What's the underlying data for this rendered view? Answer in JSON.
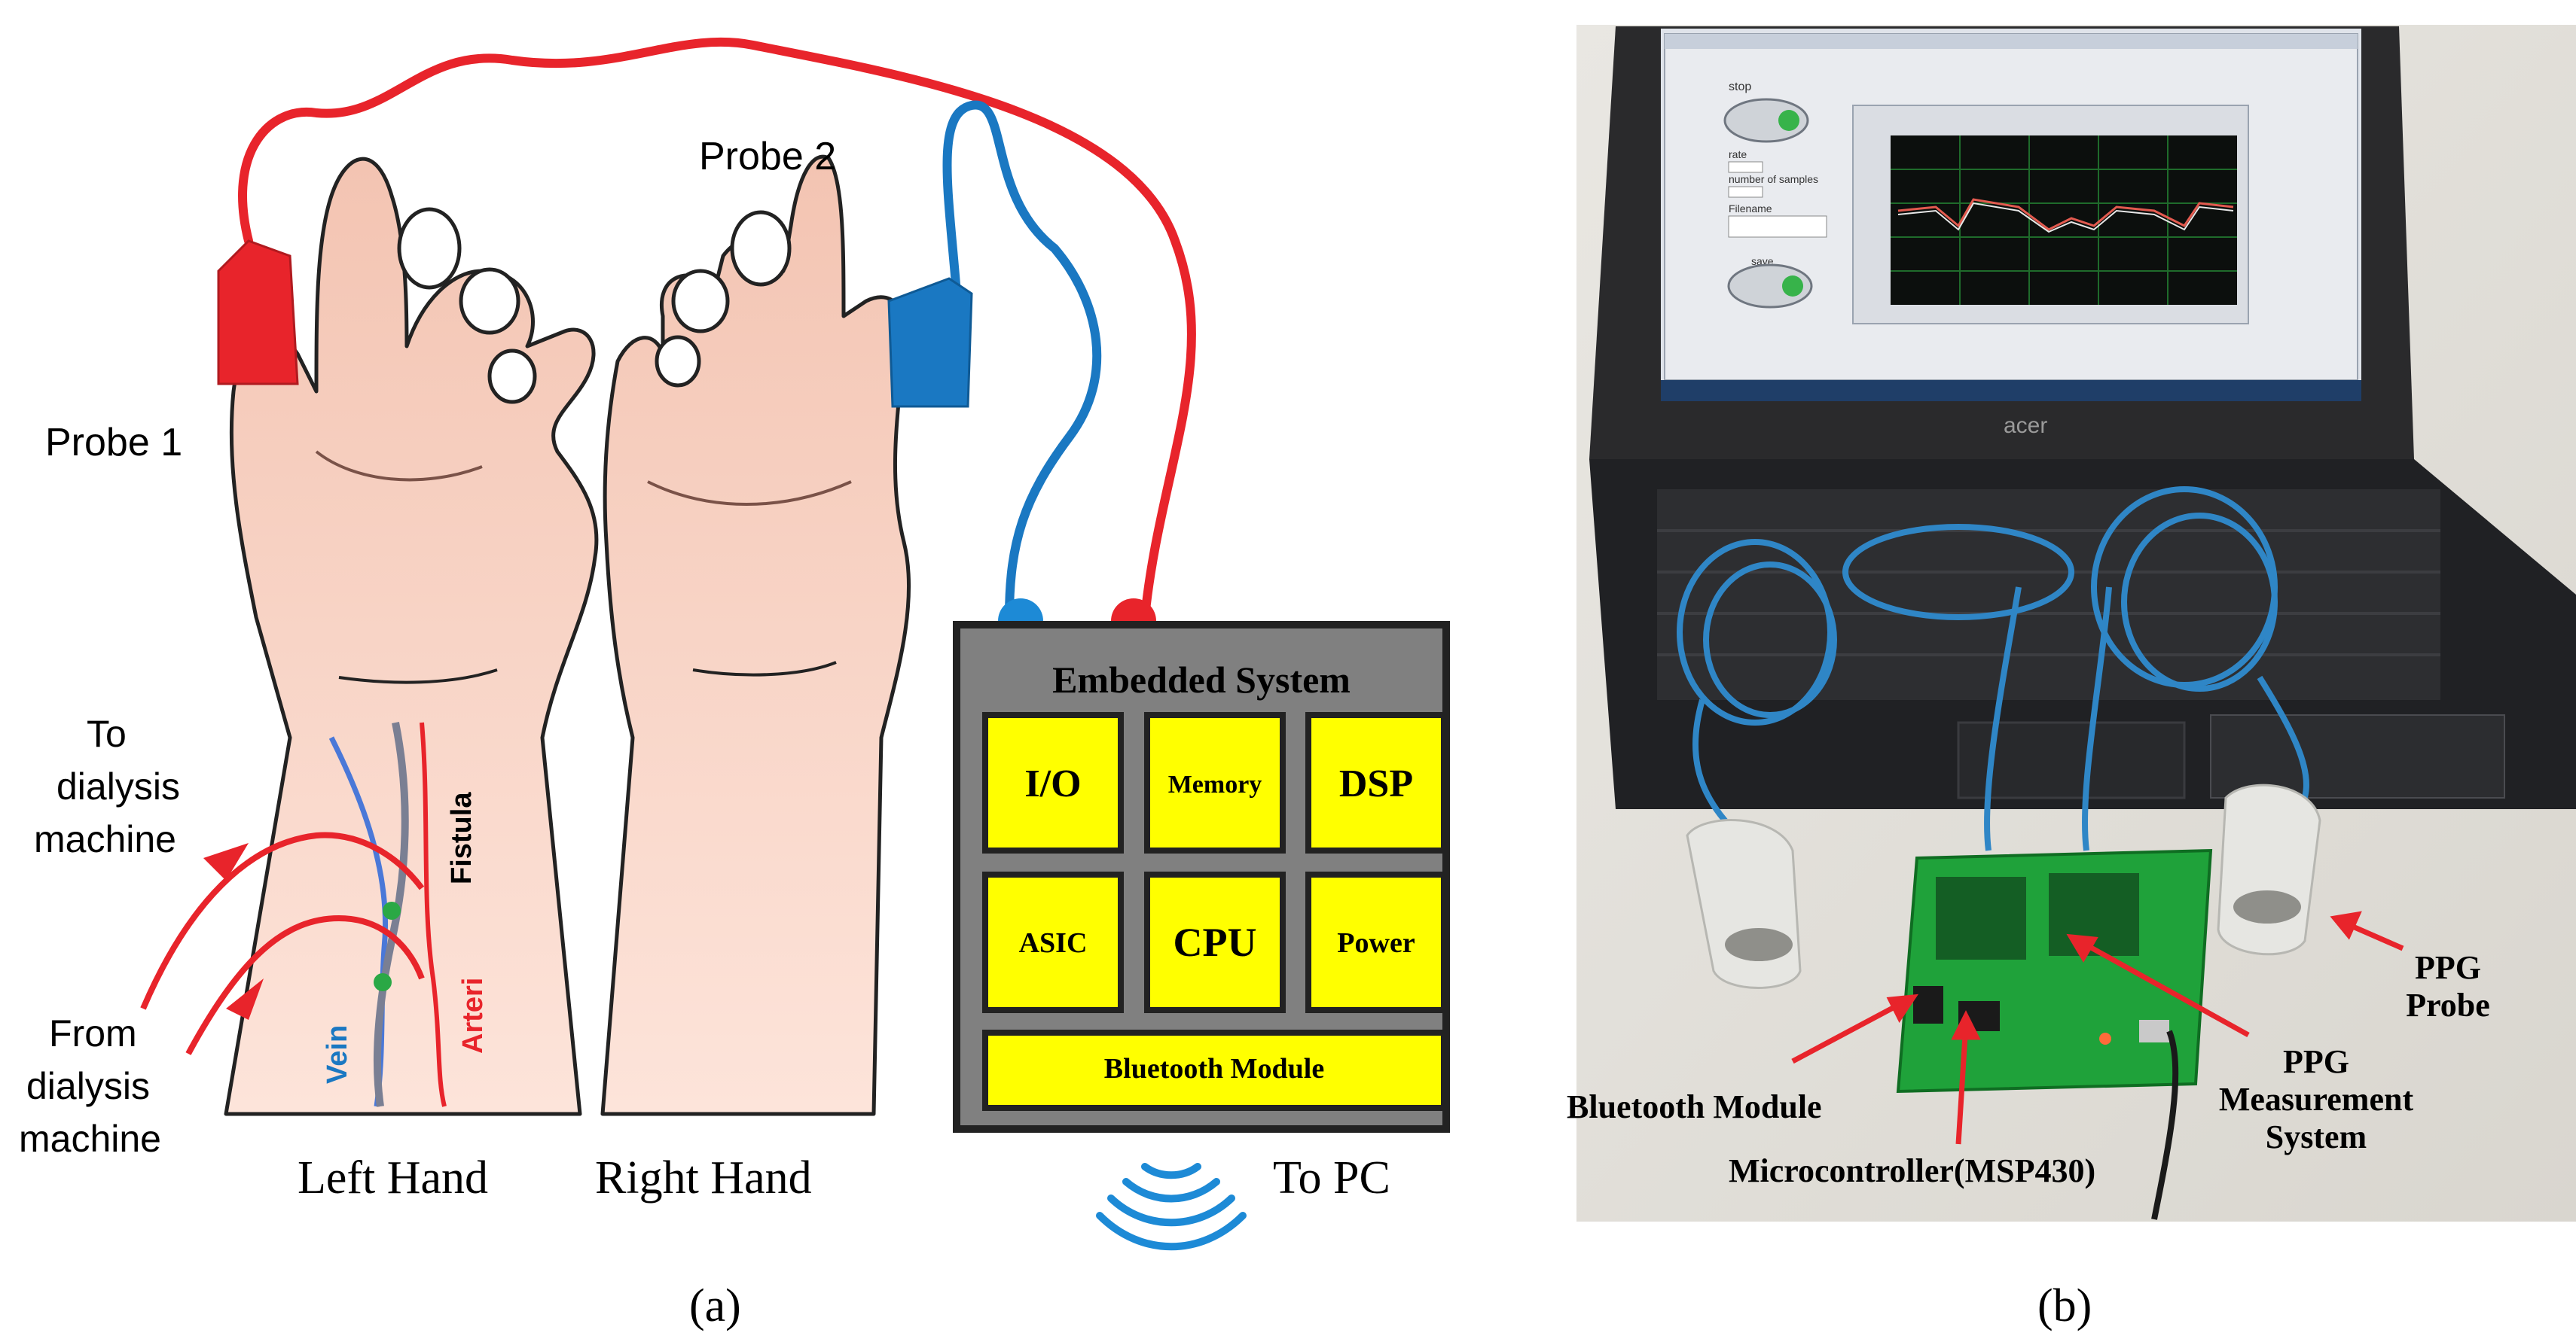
{
  "panel_a": {
    "probe1_label": "Probe 1",
    "probe2_label": "Probe 2",
    "to_dialysis": [
      "To",
      "dialysis",
      "machine"
    ],
    "from_dialysis": [
      "From",
      "dialysis",
      "machine"
    ],
    "fistula_label": "Fistula",
    "vein_label": "Vein",
    "arteri_label": "Arteri",
    "left_hand_label": "Left Hand",
    "right_hand_label": "Right Hand",
    "to_pc_label": "To PC",
    "embedded_system": {
      "title": "Embedded System",
      "modules": [
        "I/O",
        "Memory",
        "DSP",
        "ASIC",
        "CPU",
        "Power"
      ],
      "bluetooth": "Bluetooth Module"
    },
    "caption": "(a)"
  },
  "panel_b": {
    "screen": {
      "stop_label": "stop",
      "rate_label": "rate",
      "samples_label": "number of samples",
      "filename_label": "Filename",
      "save_label": "save"
    },
    "laptop_brand": "acer",
    "labels": {
      "ppg_probe": [
        "PPG",
        "Probe"
      ],
      "ppg_measurement": [
        "PPG",
        "Measurement",
        "System"
      ],
      "bluetooth_module": "Bluetooth Module",
      "microcontroller": "Microcontroller(MSP430)"
    },
    "caption": "(b)"
  },
  "colors": {
    "probe1_red": "#e8242b",
    "probe2_blue": "#1a78c2",
    "module_yellow": "#ffff00",
    "box_gray": "#808080",
    "skin": "#f8d8cc",
    "pcb_green": "#1fa23a"
  }
}
